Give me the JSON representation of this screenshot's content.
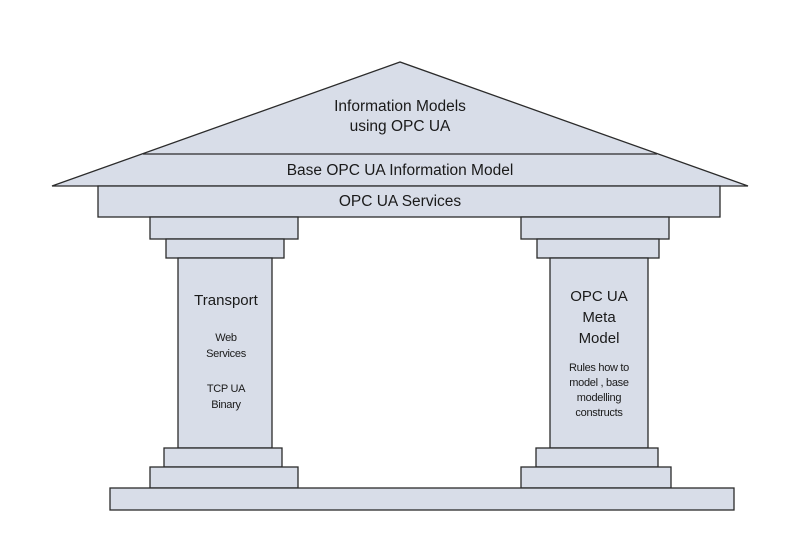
{
  "diagram": {
    "roof": {
      "title_lines": [
        "Information Models",
        "using OPC UA"
      ]
    },
    "beam_base_model": "Base OPC UA Information Model",
    "beam_services": "OPC UA Services",
    "left_pillar": {
      "title": "Transport",
      "items": [
        "Web",
        "Services",
        "TCP UA",
        "Binary"
      ]
    },
    "right_pillar": {
      "title_lines": [
        "OPC UA",
        "Meta",
        "Model"
      ],
      "note_lines": [
        "Rules how to",
        "model , base",
        "modelling",
        "constructs"
      ]
    },
    "colors": {
      "fill": "#d8dde8",
      "stroke": "#2b2b2b",
      "text": "#1a1a1a"
    }
  }
}
